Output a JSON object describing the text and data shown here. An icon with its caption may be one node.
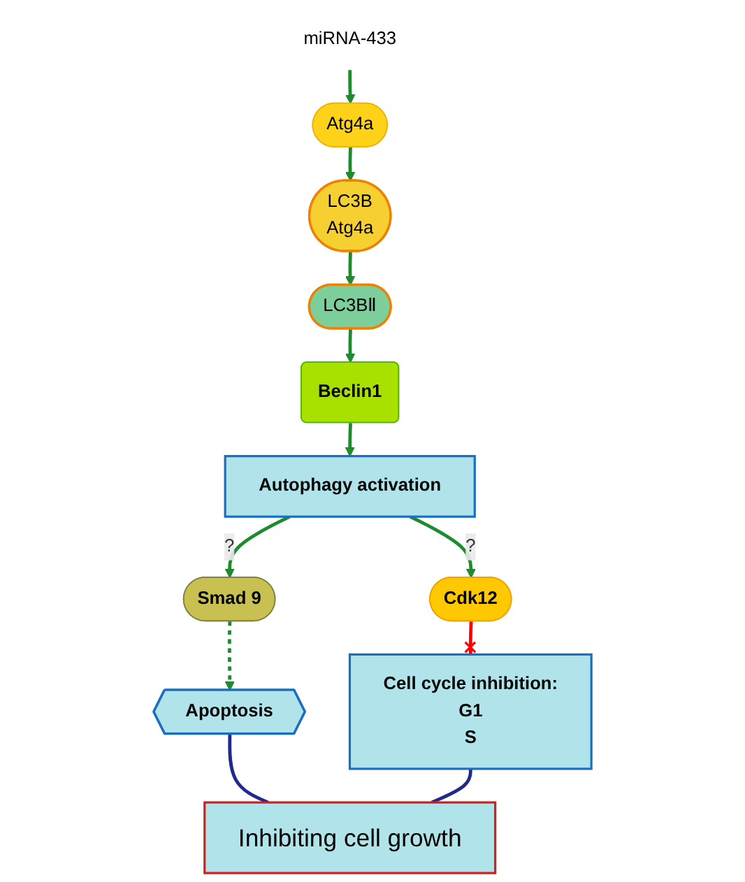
{
  "diagram": {
    "nodes": [
      {
        "text": [
          "miRNA-433"
        ]
      },
      {
        "text": [
          "Atg4a"
        ]
      },
      {
        "text": [
          "LC3B",
          "Atg4a"
        ]
      },
      {
        "text": [
          "LC3BⅡ"
        ]
      },
      {
        "text": [
          "Beclin1"
        ]
      },
      {
        "text": [
          "Autophagy activation"
        ]
      },
      {
        "text": [
          "Smad 9"
        ]
      },
      {
        "text": [
          "Cdk12"
        ]
      },
      {
        "text": [
          "Apoptosis"
        ]
      },
      {
        "text": [
          "Cell cycle inhibition:",
          "G1",
          "S"
        ]
      },
      {
        "text": [
          "Inhibiting cell growth"
        ]
      }
    ],
    "edges": [
      {
        "from": 0,
        "to": 1,
        "arrow": "to"
      },
      {
        "from": 1,
        "to": 2,
        "arrow": "to"
      },
      {
        "from": 2,
        "to": 3,
        "arrow": "to"
      },
      {
        "from": 3,
        "to": 4,
        "arrow": "to"
      },
      {
        "from": 4,
        "to": 5,
        "arrow": "to"
      },
      {
        "from": 5,
        "to": 6,
        "arrow": "to",
        "label": "?"
      },
      {
        "from": 5,
        "to": 7,
        "arrow": "to",
        "label": "?"
      },
      {
        "from": 6,
        "to": 8,
        "arrow": "to",
        "style": "dashed"
      },
      {
        "from": 7,
        "to": 9,
        "arrow": "other",
        "color": "#ff0000"
      },
      {
        "from": 8,
        "to": 10,
        "arrow": "none",
        "color": "#1f2a8c"
      },
      {
        "from": 9,
        "to": 10,
        "arrow": "none",
        "color": "#1f2a8c"
      }
    ]
  }
}
